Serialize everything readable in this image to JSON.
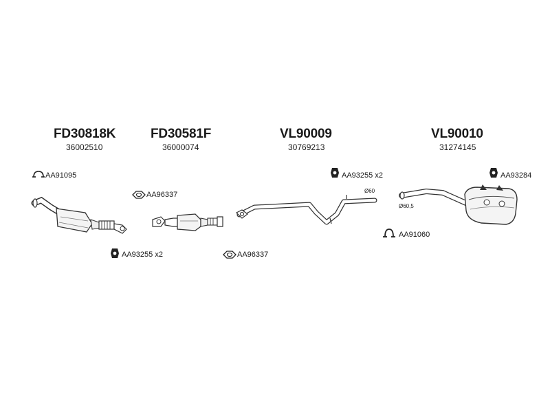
{
  "products": [
    {
      "code": "FD30818K",
      "number": "36002510"
    },
    {
      "code": "FD30581F",
      "number": "36000074"
    },
    {
      "code": "VL90009",
      "number": "30769213"
    },
    {
      "code": "VL90010",
      "number": "31274145"
    }
  ],
  "refs": {
    "clamp_left": "AA91095",
    "gasket_left": "AA96337",
    "rubber_left": "AA93255 x2",
    "gasket_mid": "AA96337",
    "rubber_mid": "AA93255 x2",
    "clamp_right": "AA91060",
    "rubber_right": "AA93284"
  },
  "dimensions": {
    "mid_pipe": "Ø60",
    "rear_pipe": "Ø60,5"
  }
}
